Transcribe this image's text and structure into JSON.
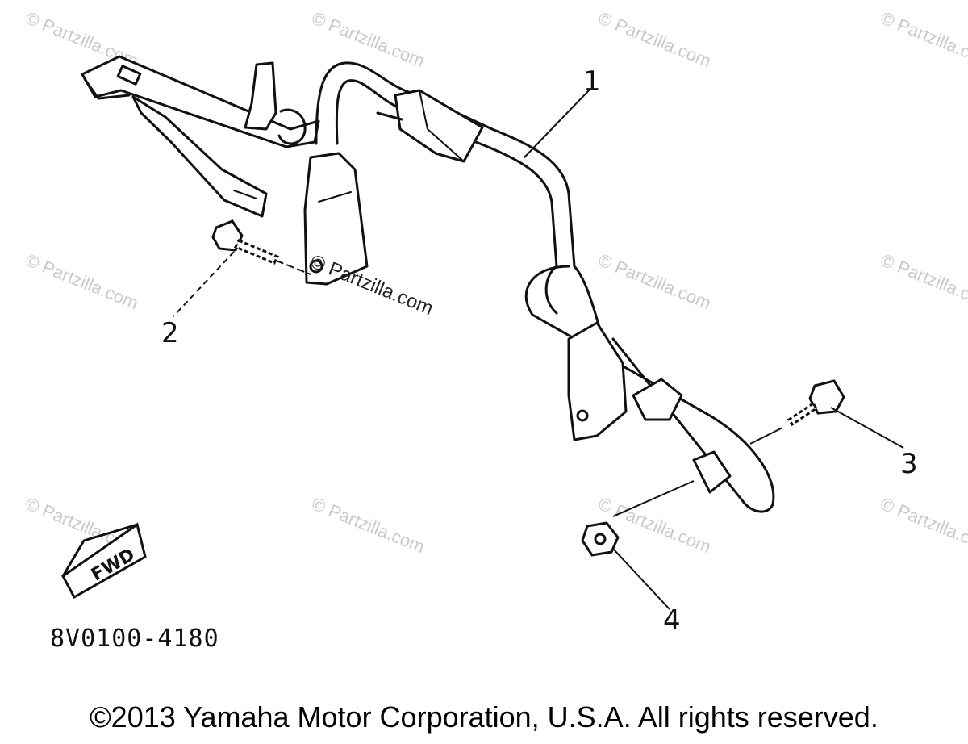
{
  "watermarks": {
    "text": "© Partzilla.com",
    "center_text": "© Partzilla.com"
  },
  "callouts": {
    "part_1": "1",
    "part_2": "2",
    "part_3": "3",
    "part_4": "4"
  },
  "fwd_label": "FWD",
  "diagram_code": "8V0100-4180",
  "copyright": "©2013 Yamaha Motor Corporation, U.S.A. All rights reserved."
}
